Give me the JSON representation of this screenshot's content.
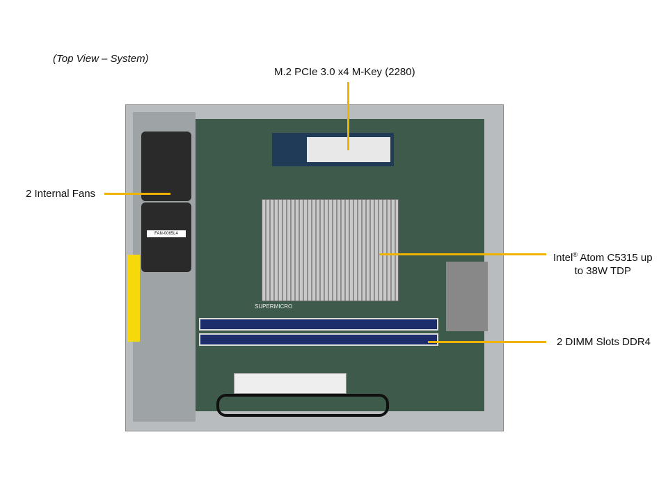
{
  "view_caption": "(Top View – System)",
  "callouts": {
    "m2": "M.2 PCIe 3.0 x4 M-Key (2280)",
    "fans": "2 Internal  Fans",
    "cpu_brand": "Intel",
    "cpu_reg": "®",
    "cpu_line1": " Atom C5315 up",
    "cpu_line2": "to 38W TDP",
    "dimm": "2 DIMM  Slots DDR4"
  },
  "photo": {
    "fan_label": "FAN-0065L4",
    "board_brand": "SUPERMICRO"
  },
  "colors": {
    "leader": "#f0b400",
    "board": "#3d5a4a",
    "chassis": "#b8bcbf"
  }
}
